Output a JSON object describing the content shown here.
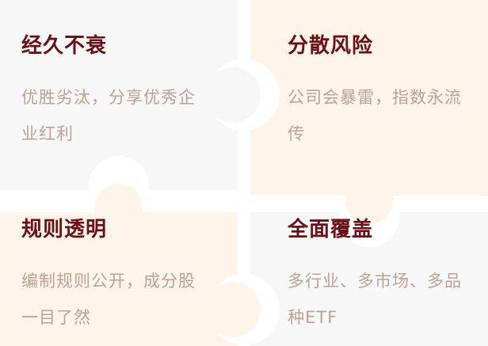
{
  "cards": [
    {
      "title": "经久不衰",
      "desc": "优胜劣汰，分享优秀企业红利"
    },
    {
      "title": "分散风险",
      "desc": "公司会暴雷，指数永流传"
    },
    {
      "title": "规则透明",
      "desc": "编制规则公开，成分股一目了然"
    },
    {
      "title": "全面覆盖",
      "desc": "多行业、多市场、多品种ETF"
    }
  ],
  "colors": {
    "gray": "#f7f7f7",
    "cream": "#fef4e9",
    "title": "#6b1015",
    "desc": "#bba294"
  }
}
